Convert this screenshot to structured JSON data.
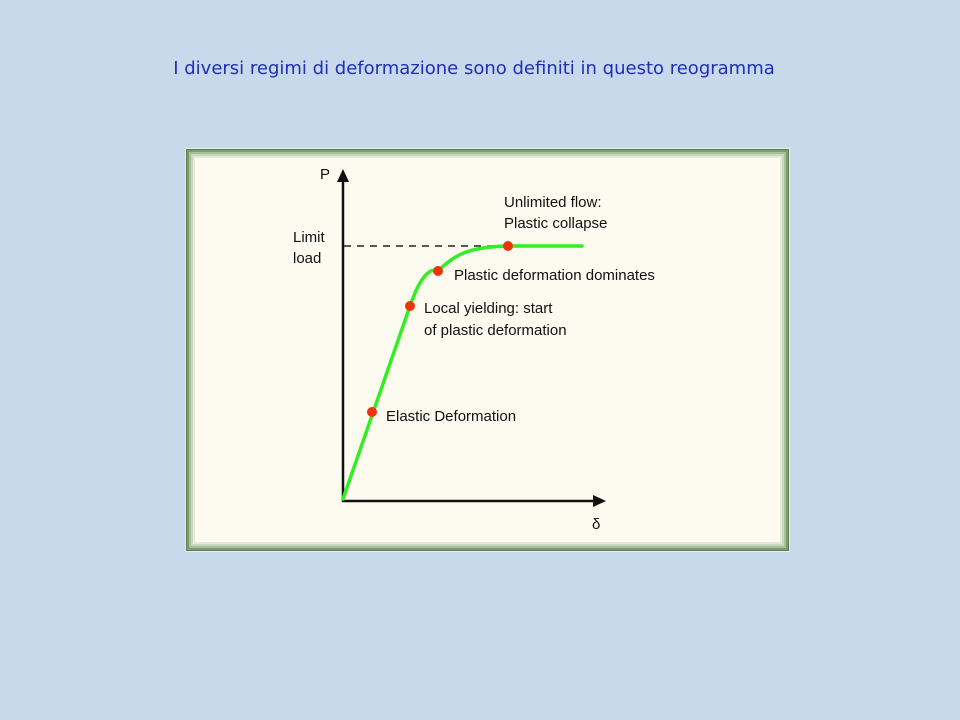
{
  "title": "I diversi regimi di deformazione sono definiti in questo reogramma",
  "diagram": {
    "y_axis_label": "P",
    "x_axis_label": "δ",
    "limit_label_line1": "Limit",
    "limit_label_line2": "load",
    "points": {
      "elastic": "Elastic Deformation",
      "yield_line1": "Local yielding: start",
      "yield_line2": "of plastic deformation",
      "plastic": "Plastic deformation dominates",
      "collapse_line1": "Unlimited flow:",
      "collapse_line2": "Plastic collapse"
    },
    "colors": {
      "curve": "#33ee22",
      "marker": "#ee3311",
      "axis": "#111111"
    }
  }
}
